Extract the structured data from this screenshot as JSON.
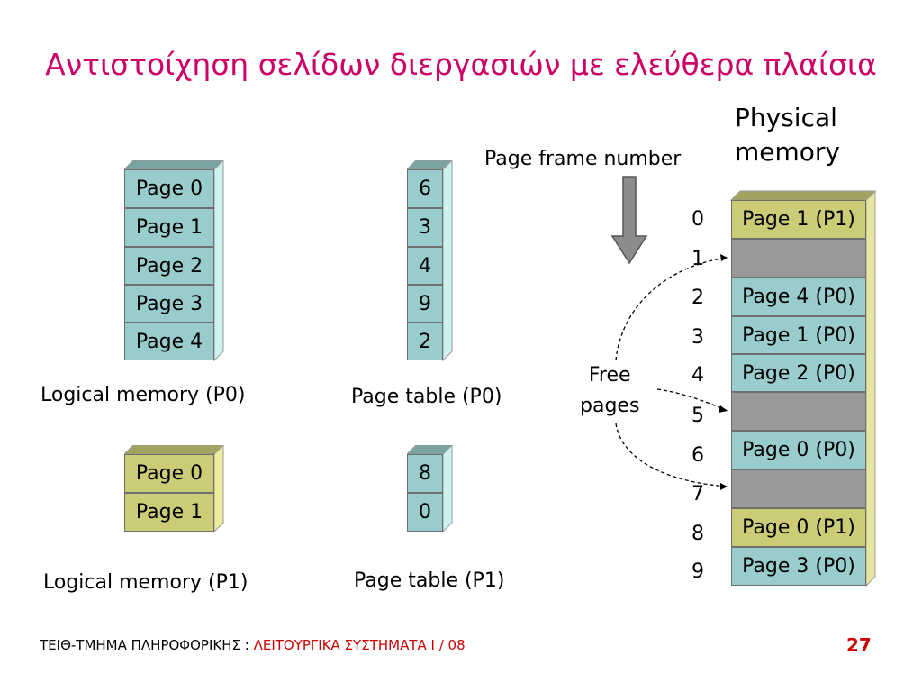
{
  "title": "Αντιστοίχηση σελίδων διεργασιών με ελεύθερα πλαίσια",
  "logical_p0": {
    "pages": [
      "Page 0",
      "Page 1",
      "Page 2",
      "Page 3",
      "Page 4"
    ],
    "caption": "Logical memory (P0)"
  },
  "page_table_p0": {
    "entries": [
      "6",
      "3",
      "4",
      "9",
      "2"
    ],
    "caption": "Page table (P0)"
  },
  "logical_p1": {
    "pages": [
      "Page 0",
      "Page 1"
    ],
    "caption": "Logical memory (P1)"
  },
  "page_table_p1": {
    "entries": [
      "8",
      "0"
    ],
    "caption": "Page table (P1)"
  },
  "page_frame_label": "Page frame number",
  "physical_memory": {
    "title_line1": "Physical",
    "title_line2": "memory",
    "frame_numbers": [
      "0",
      "1",
      "2",
      "3",
      "4",
      "5",
      "6",
      "7",
      "8",
      "9"
    ],
    "frames": [
      {
        "label": "Page 1 (P1)",
        "color": "#cccc77"
      },
      {
        "label": "",
        "color": "#999999"
      },
      {
        "label": "Page 4 (P0)",
        "color": "#99cccc"
      },
      {
        "label": "Page 1 (P0)",
        "color": "#99cccc"
      },
      {
        "label": "Page 2 (P0)",
        "color": "#99cccc"
      },
      {
        "label": "",
        "color": "#999999"
      },
      {
        "label": "Page 0 (P0)",
        "color": "#99cccc"
      },
      {
        "label": "",
        "color": "#999999"
      },
      {
        "label": "Page 0 (P1)",
        "color": "#cccc77"
      },
      {
        "label": "Page 3 (P0)",
        "color": "#99cccc"
      }
    ]
  },
  "free_pages_label_line1": "Free",
  "free_pages_label_line2": "pages",
  "footer": {
    "left": "ΤΕΙΘ-ΤΜΗΜΑ ΠΛΗΡΟΦΟΡΙΚΗΣ : ",
    "accent": "ΛΕΙΤΟΥΡΓΙΚΑ ΣΥΣΤΗΜΑΤΑ Ι / 08",
    "page": "27"
  },
  "colors": {
    "title": "#cc0066",
    "teal": "#99cccc",
    "olive": "#cccc77",
    "gray": "#999999",
    "accent": "#cc0000"
  }
}
